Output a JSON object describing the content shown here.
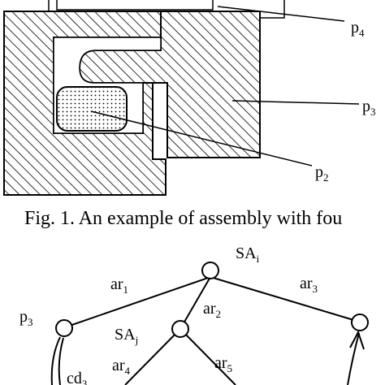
{
  "figure1": {
    "caption": "Fig. 1. An example of assembly with fou",
    "part_labels": {
      "p4": {
        "base": "p",
        "sub": "4"
      },
      "p3": {
        "base": "p",
        "sub": "3"
      },
      "p2": {
        "base": "p",
        "sub": "2"
      }
    }
  },
  "figure2": {
    "nodes": {
      "sai": {
        "base": "SA",
        "sub": "i"
      },
      "saj": {
        "base": "SA",
        "sub": "j"
      },
      "p3": {
        "base": "p",
        "sub": "3"
      }
    },
    "arcs": {
      "ar1": {
        "base": "ar",
        "sub": "1"
      },
      "ar2": {
        "base": "ar",
        "sub": "2"
      },
      "ar3": {
        "base": "ar",
        "sub": "3"
      },
      "ar4": {
        "base": "ar",
        "sub": "4"
      },
      "ar5": {
        "base": "ar",
        "sub": "5"
      },
      "cd3": {
        "base": "cd",
        "sub": "3"
      }
    }
  },
  "colors": {
    "ink": "#000000",
    "paper": "#ffffff"
  }
}
